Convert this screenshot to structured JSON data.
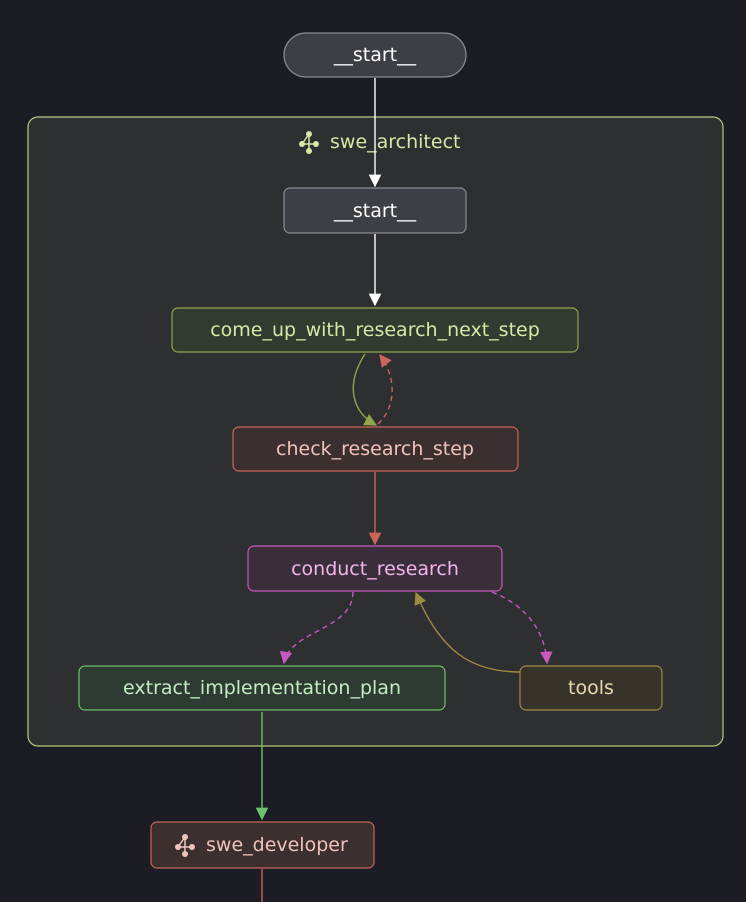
{
  "graph": {
    "group": {
      "name": "swe_architect",
      "icon": "subgraph-icon"
    },
    "nodes": {
      "start_outer": {
        "label": "__start__"
      },
      "start_inner": {
        "label": "__start__"
      },
      "research_next": {
        "label": "come_up_with_research_next_step"
      },
      "check_step": {
        "label": "check_research_step"
      },
      "conduct": {
        "label": "conduct_research"
      },
      "extract_plan": {
        "label": "extract_implementation_plan"
      },
      "tools": {
        "label": "tools"
      },
      "developer": {
        "label": "swe_developer",
        "icon": "subgraph-icon"
      }
    },
    "edges": [
      {
        "from": "start_outer",
        "to": "start_inner",
        "style": "solid",
        "color": "#ffffff"
      },
      {
        "from": "start_inner",
        "to": "research_next",
        "style": "solid",
        "color": "#ffffff"
      },
      {
        "from": "research_next",
        "to": "check_step",
        "style": "solid",
        "color": "#8fa64a"
      },
      {
        "from": "check_step",
        "to": "research_next",
        "style": "dashed",
        "color": "#c9655a"
      },
      {
        "from": "check_step",
        "to": "conduct",
        "style": "solid",
        "color": "#c9655a"
      },
      {
        "from": "conduct",
        "to": "extract_plan",
        "style": "dashed",
        "color": "#c65ac0"
      },
      {
        "from": "conduct",
        "to": "tools",
        "style": "dashed",
        "color": "#c65ac0"
      },
      {
        "from": "tools",
        "to": "conduct",
        "style": "solid",
        "color": "#a08a45"
      },
      {
        "from": "extract_plan",
        "to": "developer",
        "style": "solid",
        "color": "#6cc36c"
      },
      {
        "from": "developer",
        "to": "",
        "style": "solid",
        "color": "#c9655a"
      }
    ],
    "colors": {
      "background": "#1b1c24",
      "group_fill": "#2e2f30",
      "group_border": "#b9c97c",
      "start_fill": "#3e3f44",
      "start_border": "#8a8b90",
      "start_text": "#ffffff",
      "green_node_fill": "#333b30",
      "green_node_border": "#8fa64a",
      "green_node_text": "#d6e8a8",
      "red_node_fill": "#3b302f",
      "red_node_border": "#c9655a",
      "red_node_text": "#f2c3bc",
      "purple_node_fill": "#3b2e3b",
      "purple_node_border": "#c65ac0",
      "purple_node_text": "#f0b6ec",
      "plan_node_fill": "#2e3b32",
      "plan_node_border": "#6cc36c",
      "plan_node_text": "#c2ecc2",
      "tools_node_fill": "#38332a",
      "tools_node_border": "#a08a45",
      "tools_node_text": "#ead9b0"
    }
  }
}
